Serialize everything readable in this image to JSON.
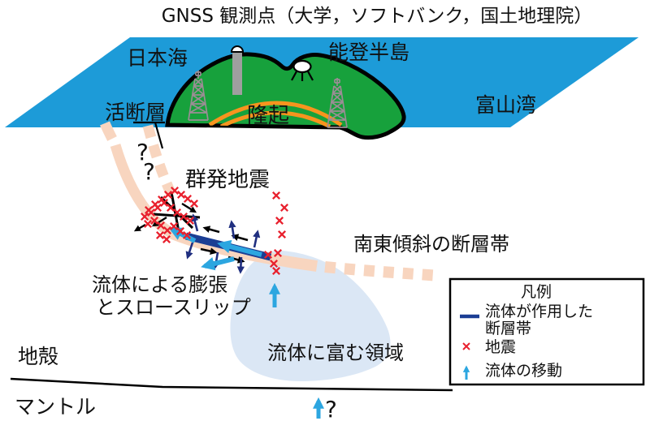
{
  "title": "GNSS 観測点（大学，ソフトバンク，国土地理院）",
  "surface_labels": {
    "sea": "日本海",
    "peninsula": "能登半島",
    "bay": "富山湾",
    "active_fault": "活断層",
    "uplift": "隆起"
  },
  "labels": {
    "swarm": "群発地震",
    "se_dipping_fault": "南東傾斜の断層帯",
    "expansion_line1": "流体による膨張",
    "expansion_line2": "とスロースリップ",
    "fluid_rich_region": "流体に富む領域",
    "crust": "地殻",
    "mantle": "マントル",
    "q_upper": "?",
    "q_lower": "?",
    "q_mantle": "?"
  },
  "legend": {
    "title": "凡例",
    "fault_item_line1": "流体が作用した",
    "fault_item_line2": "断層帯",
    "earthquake_item": "地震",
    "fluid_item": "流体の移動"
  },
  "colors": {
    "sea": "#1d9bd8",
    "island": "#17a13c",
    "island_outline": "#000000",
    "uplift_arc": "#f7941e",
    "tower_gray": "#9a8d94",
    "monument_gray": "#9f9f9f",
    "fault_band": "#f8d5bf",
    "fluid_region": "#dbe7f5",
    "fault_line": "#1b3e94",
    "fluid_arrow": "#2ca6e0",
    "expansion_arrow": "#202f80",
    "shear_arrow": "#000000",
    "earthquake": "#e8212e",
    "text": "#111111"
  },
  "earthquake_marks": {
    "cluster": [
      [
        183,
        259
      ],
      [
        191,
        252
      ],
      [
        199,
        246
      ],
      [
        207,
        240
      ],
      [
        215,
        235
      ],
      [
        223,
        240
      ],
      [
        231,
        245
      ],
      [
        239,
        251
      ],
      [
        178,
        267
      ],
      [
        186,
        262
      ],
      [
        194,
        256
      ],
      [
        202,
        250
      ],
      [
        210,
        256
      ],
      [
        218,
        262
      ],
      [
        226,
        267
      ],
      [
        234,
        272
      ],
      [
        182,
        276
      ],
      [
        190,
        272
      ],
      [
        198,
        278
      ],
      [
        206,
        284
      ],
      [
        214,
        279
      ],
      [
        222,
        285
      ],
      [
        230,
        290
      ],
      [
        197,
        290
      ],
      [
        205,
        295
      ]
    ],
    "column": [
      [
        340,
        241
      ],
      [
        350,
        256
      ],
      [
        344,
        272
      ],
      [
        347,
        289
      ]
    ],
    "near_fault": [
      [
        330,
        314
      ],
      [
        342,
        312
      ],
      [
        337,
        325
      ],
      [
        340,
        334
      ]
    ]
  }
}
